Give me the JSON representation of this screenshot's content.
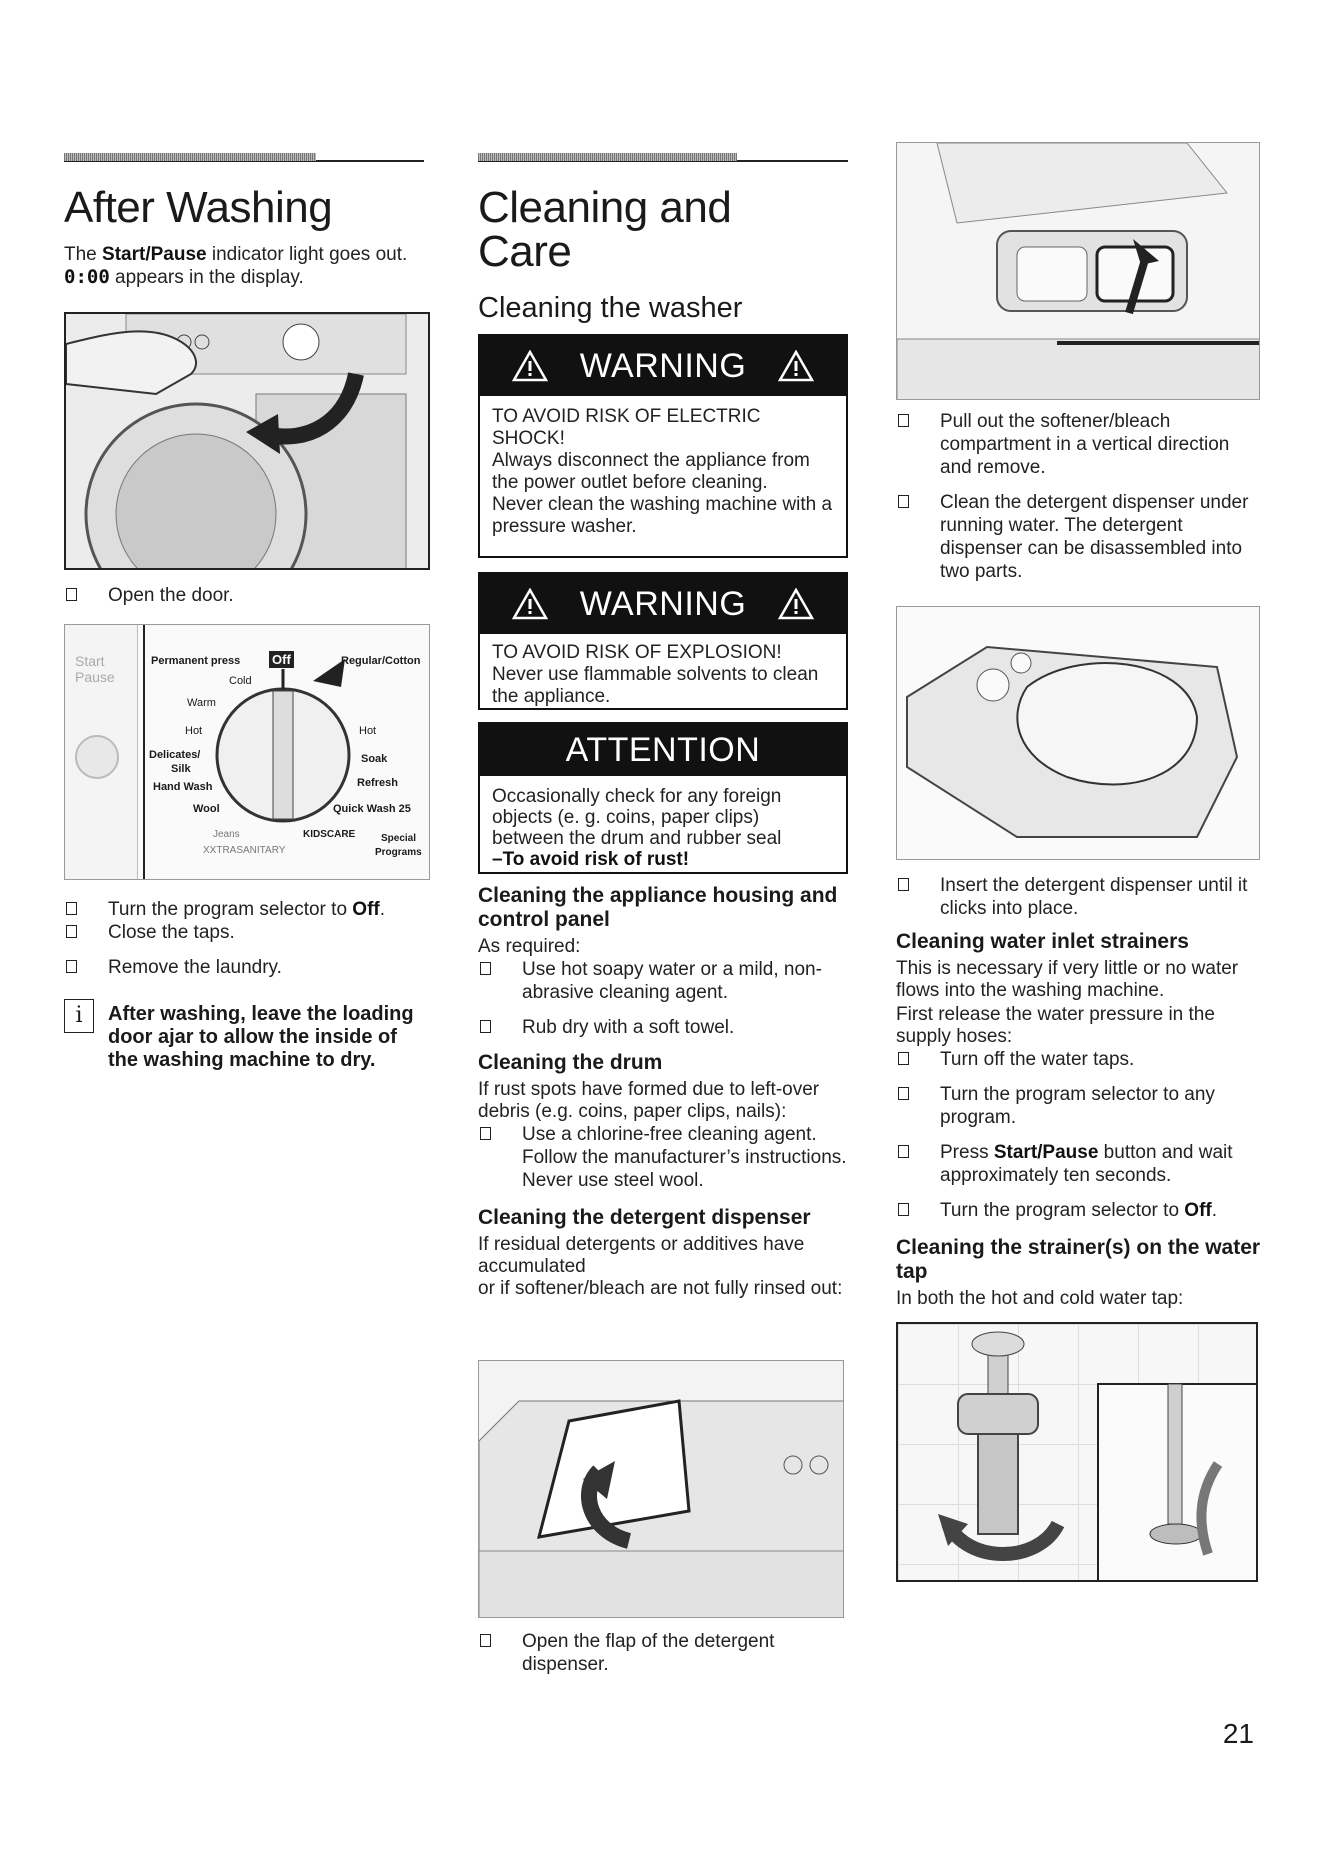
{
  "page_number": "21",
  "after_washing": {
    "title": "After Washing",
    "intro_1": "The ",
    "intro_1_bold": "Start/Pause",
    "intro_1_rest": " indicator light goes out.",
    "intro_2_bold": "0:00",
    "intro_2_rest": " appears in the display.",
    "step_open_door": "Open the door.",
    "dial": {
      "start_label": "Start",
      "pause_label": "Pause",
      "permanent_press": "Permanent press",
      "off": "Off",
      "regular_cotton": "Regular/Cotton",
      "cold": "Cold",
      "warm": "Warm",
      "hot_left": "Hot",
      "hot_right": "Hot",
      "delicates": "Delicates/",
      "silk": "Silk",
      "soak": "Soak",
      "hand_wash": "Hand Wash",
      "refresh": "Refresh",
      "wool": "Wool",
      "quick_wash": "Quick Wash 25",
      "jeans": "Jeans",
      "kidscare": "KIDSCARE",
      "special": "Special",
      "xxtrasanitary": "XXTRASANITARY",
      "programs": "Programs"
    },
    "step_turn_selector": "Turn the program selector to ",
    "step_turn_selector_bold": "Off",
    "step_turn_selector_end": ".",
    "step_close_taps": "Close the taps.",
    "step_remove_laundry": "Remove the laundry.",
    "info_icon": "i",
    "info_note": "After washing, leave the loading door ajar to allow the inside of the washing machine to dry."
  },
  "cleaning": {
    "title": "Cleaning and Care",
    "subtitle": "Cleaning the washer",
    "warning1_head": "WARNING",
    "warning1_body": [
      "TO AVOID RISK OF ELECTRIC SHOCK!",
      "Always disconnect the appliance from the power outlet before cleaning.",
      "Never clean the washing machine with a pressure washer."
    ],
    "warning2_head": "WARNING",
    "warning2_body": [
      "TO AVOID RISK OF EXPLOSION!",
      "Never use flammable solvents to clean the appliance."
    ],
    "attention_head": "ATTENTION",
    "attention_body": "Occasionally check for any foreign objects (e. g. coins, paper clips) between the drum and rubber seal",
    "attention_bold": "–To avoid risk of rust!",
    "housing_title": "Cleaning the appliance housing and control panel",
    "housing_intro": "As required:",
    "housing_step1": "Use hot soapy water or a mild, non-abrasive cleaning agent.",
    "housing_step2": "Rub dry with a soft towel.",
    "drum_title": "Cleaning the drum",
    "drum_intro": "If rust spots have formed due to left-over debris (e.g. coins, paper clips, nails):",
    "drum_step1": "Use a chlorine-free cleaning agent. Follow the manufacturer’s instructions. Never use steel wool.",
    "dispenser_title": "Cleaning the detergent dispenser",
    "dispenser_intro_1": "If residual detergents or additives have accumulated",
    "dispenser_intro_2": "or if softener/bleach are not fully rinsed out:",
    "dispenser_step_open": "Open the flap of the detergent dispenser."
  },
  "right_col": {
    "step_pull_out": "Pull out the softener/bleach compartment in a vertical direction and remove.",
    "step_clean_dispenser": "Clean the detergent dispenser under running water. The detergent dispenser can be disassembled into two parts.",
    "step_insert": "Insert the detergent dispenser until it clicks into place.",
    "strainers_title": "Cleaning water inlet strainers",
    "strainers_intro_1": "This is necessary if very little or no water flows into the washing machine.",
    "strainers_intro_2": "First release the water pressure in the supply hoses:",
    "strainers_step1": "Turn off the water taps.",
    "strainers_step2": "Turn the program selector to any program.",
    "strainers_step3_pre": "Press ",
    "strainers_step3_bold": "Start/Pause",
    "strainers_step3_rest": " button and wait approximately ten seconds.",
    "strainers_step4_pre": "Turn the program selector to ",
    "strainers_step4_bold": "Off",
    "strainers_step4_end": ".",
    "tap_title": "Cleaning the strainer(s) on the water tap",
    "tap_intro": "In both the hot and cold water tap:"
  }
}
